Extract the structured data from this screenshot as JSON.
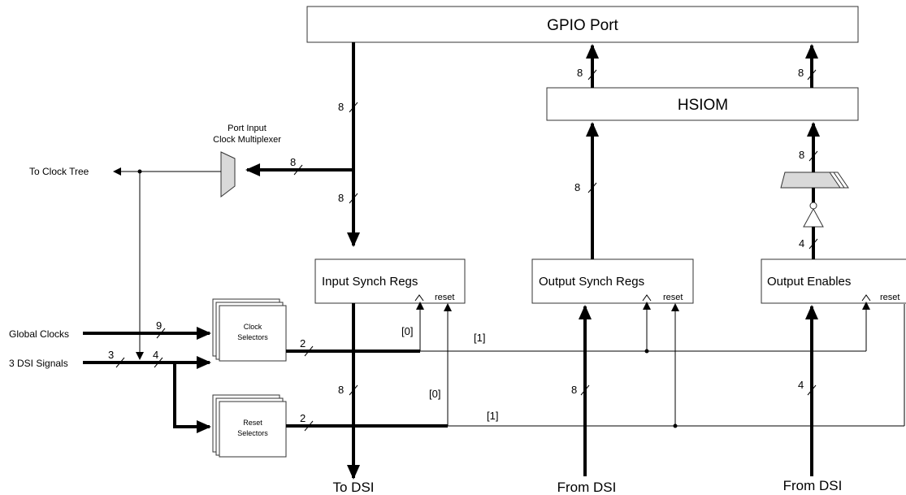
{
  "blocks": {
    "gpio_port": "GPIO Port",
    "hsiom": "HSIOM",
    "input_synch_regs": "Input Synch Regs",
    "output_synch_regs": "Output Synch Regs",
    "output_enables": "Output Enables",
    "clock_selectors_line1": "Clock",
    "clock_selectors_line2": "Selectors",
    "reset_selectors_line1": "Reset",
    "reset_selectors_line2": "Selectors",
    "mux_label_line1": "Port Input",
    "mux_label_line2": "Clock Multiplexer"
  },
  "signals": {
    "to_clock_tree": "To Clock Tree",
    "global_clocks": "Global Clocks",
    "dsi_signals": "3 DSI Signals",
    "to_dsi": "To DSI",
    "from_dsi_1": "From DSI",
    "from_dsi_2": "From DSI",
    "reset": "reset"
  },
  "bus_widths": {
    "gpio_down_upper": "8",
    "gpio_down_lower": "8",
    "to_mux": "8",
    "to_dsi": "8",
    "hsiom_to_gpio_1": "8",
    "hsiom_to_gpio_2": "8",
    "out_synch_to_hsiom": "8",
    "from_dsi_1": "8",
    "tristate_to_hsiom": "8",
    "enables_to_inverter": "4",
    "from_dsi_2": "4",
    "global_clocks": "9",
    "dsi_in": "3",
    "dsi_to_selectors": "4",
    "clock_sel_out": "2",
    "reset_sel_out": "2"
  },
  "index_labels": {
    "clock_0": "[0]",
    "clock_1": "[1]",
    "reset_0": "[0]",
    "reset_1": "[1]"
  }
}
